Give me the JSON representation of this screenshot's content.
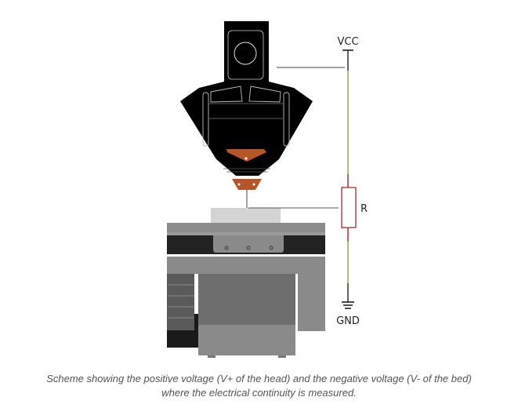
{
  "diagram": {
    "labels": {
      "vcc": "VCC",
      "resistor": "R",
      "ground": "GND"
    },
    "components": {
      "print_head": "print-head",
      "nozzle": "nozzle",
      "bed": "print-bed",
      "resistor": "resistor"
    },
    "colors": {
      "head": "#000000",
      "nozzle": "#b5562a",
      "wire_green": "#8fb35a",
      "resistor": "#b33a3a",
      "wire_black": "#111111",
      "bed_light": "#d4d4d4",
      "bed_mid": "#8a8a8a",
      "bed_dark": "#222222"
    }
  },
  "caption": {
    "line1": "Scheme showing the positive voltage (V+ of the head) and the negative voltage (V- of the bed)",
    "line2": "where the electrical continuity is measured."
  }
}
